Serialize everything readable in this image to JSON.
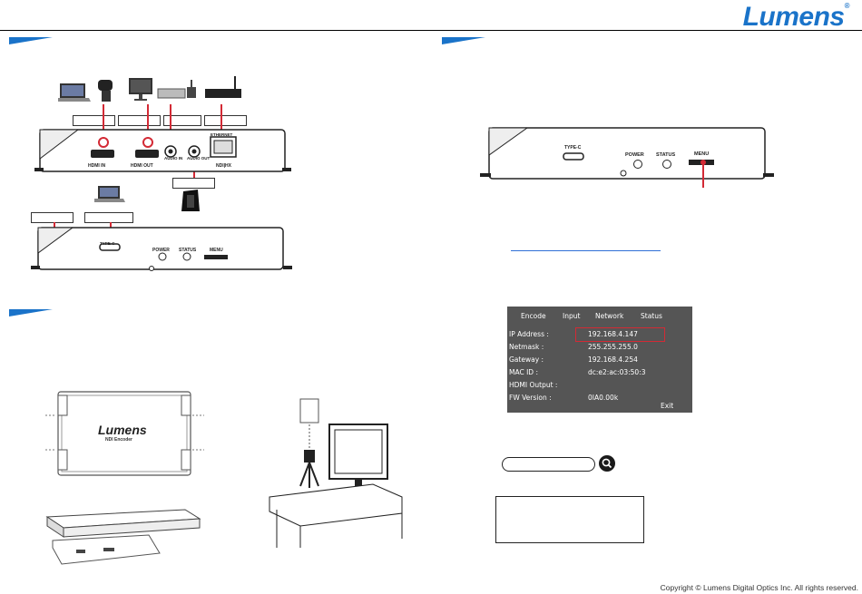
{
  "brand": {
    "logo_text": "Lumens",
    "registered_mark": "®",
    "accent_color": "#1a73c9"
  },
  "device_front": {
    "ports": [
      "HDMI IN",
      "HDMI OUT",
      "AUDIO IN",
      "AUDIO OUT",
      "ETHERNET",
      "NDI|HX"
    ]
  },
  "device_back": {
    "ports": [
      "TYPE-C",
      "POWER",
      "STATUS",
      "MENU"
    ]
  },
  "product_label": {
    "brand": "Lumens",
    "model": "NDI Encoder"
  },
  "osd_menu": {
    "tabs": [
      "Encode",
      "Input",
      "Network",
      "Status"
    ],
    "rows": [
      {
        "label": "IP Address :",
        "value": "192.168.4.147"
      },
      {
        "label": "Netmask :",
        "value": "255.255.255.0"
      },
      {
        "label": "Gateway :",
        "value": "192.168.4.254"
      },
      {
        "label": "MAC ID :",
        "value": "dc:e2:ac:03:50:3"
      },
      {
        "label": "HDMI Output :",
        "value": ""
      },
      {
        "label": "FW Version :",
        "value": "0IA0.00k"
      }
    ],
    "exit_label": "Exit",
    "highlight_color": "#d32a35"
  },
  "footer": {
    "copyright": "Copyright © Lumens Digital Optics Inc. All rights reserved."
  }
}
